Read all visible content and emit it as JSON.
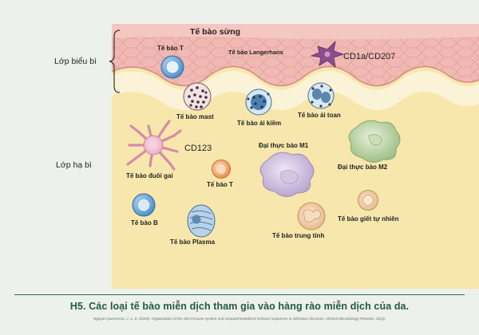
{
  "layers": {
    "epidermis": "Lớp biểu bì",
    "dermis": "Lớp hạ bì",
    "stratum_corneum": "Tế bào sừng"
  },
  "cells": {
    "t_cell_epidermis": "Tế bào T",
    "langerhans": "Tế bào Langerhans",
    "langerhans_marker": "CD1a/CD207",
    "mast": "Tế bào mast",
    "basophil": "Tế bào ái kiềm",
    "eosinophil": "Tế bào ái toan",
    "dendritic": "Tế bào đuôi gai",
    "dendritic_marker": "CD123",
    "t_cell_dermis": "Tế bào T",
    "macrophage_m1": "Đại thực bào M1",
    "macrophage_m2": "Đại thực bào M2",
    "b_cell": "Tế bào B",
    "plasma": "Tế bào Plasma",
    "neutrophil": "Tế bào trung tính",
    "nk_cell": "Tế bào giết tự nhiên"
  },
  "caption": {
    "title": "H5. Các loại tế bào miễn dịch tham gia vào hàng rào miễn dịch của da.",
    "citation": "Nguyen-Quaresma, J. a. S. (2019). Organization of the skin immune system and compartmentalized immune responses in infectious diseases. Clinical Microbiology Reviews, 32(4)."
  },
  "colors": {
    "background": "#ecf1ec",
    "epidermis": "#f0b9b4",
    "dermis": "#f8e7ac",
    "caption": "#24584a"
  }
}
